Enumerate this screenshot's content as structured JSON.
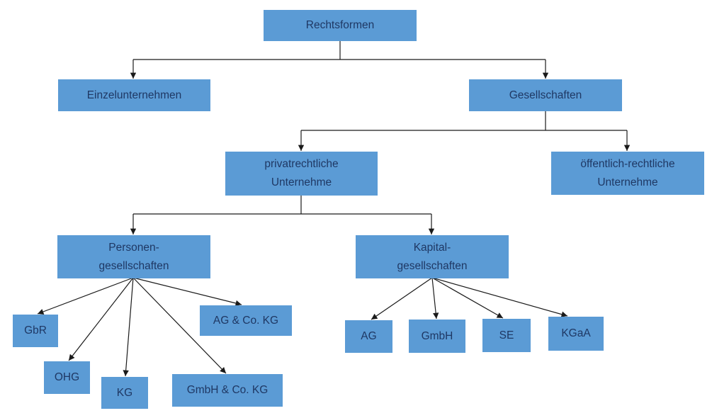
{
  "colors": {
    "background": "#ffffff",
    "box_fill": "#5b9bd5",
    "box_text": "#1f3864",
    "line": "#1a1a1a"
  },
  "nodes": {
    "rechtsformen": {
      "label": "Rechtsformen"
    },
    "einzelunternehmen": {
      "label": "Einzelunternehmen"
    },
    "gesellschaften": {
      "label": "Gesellschaften"
    },
    "privatrechtliche": {
      "label": "privatrechtliche\nUnternehme"
    },
    "oeffentlich_rechtliche": {
      "label": "öffentlich-rechtliche\nUnternehme"
    },
    "personengesellschaften": {
      "label": "Personen-\ngesellschaften"
    },
    "kapitalgesellschaften": {
      "label": "Kapital-\ngesellschaften"
    },
    "gbr": {
      "label": "GbR"
    },
    "ohg": {
      "label": "OHG"
    },
    "kg": {
      "label": "KG"
    },
    "gmbh_co_kg": {
      "label": "GmbH & Co. KG"
    },
    "ag_co_kg": {
      "label": "AG & Co. KG"
    },
    "ag": {
      "label": "AG"
    },
    "gmbh": {
      "label": "GmbH"
    },
    "se": {
      "label": "SE"
    },
    "kgaa": {
      "label": "KGaA"
    }
  }
}
